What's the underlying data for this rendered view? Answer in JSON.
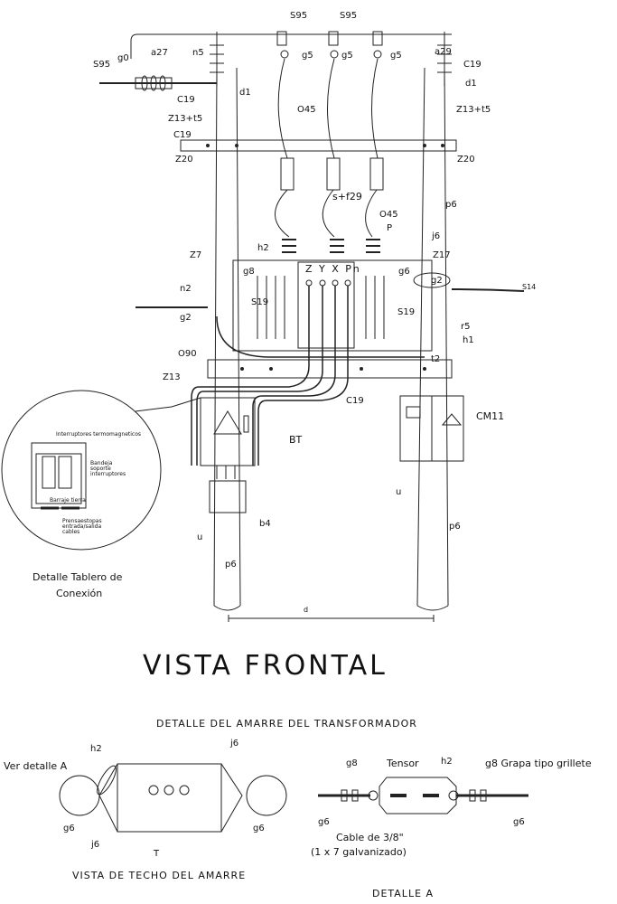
{
  "title": "VISTA FRONTAL",
  "labels": {
    "s95_left": "S95",
    "g0": "g0",
    "a27": "a27",
    "n5": "n5",
    "c19_left_top": "C19",
    "d1_left": "d1",
    "z13t5_left": "Z13+t5",
    "s95_mid1": "S95",
    "s95_mid2": "S95",
    "g5_1": "g5",
    "g5_2": "g5",
    "g5_3": "g5",
    "a29": "a29",
    "c19_right_top": "C19",
    "d1_right": "d1",
    "z13t5_right": "Z13+t5",
    "o45_top": "O45",
    "c19_crossarm": "C19",
    "z20_left": "Z20",
    "z20_right": "Z20",
    "sf29": "s+f29",
    "o45_mid": "O45",
    "p": "P",
    "p6_top": "p6",
    "j6": "j6",
    "h2": "h2",
    "z7": "Z7",
    "g8": "g8",
    "g6": "g6",
    "terminals": "Z Y X Pn",
    "z17": "Z17",
    "g2_right": "g2",
    "s14": "S14",
    "n2": "n2",
    "s19_left": "S19",
    "s19_right": "S19",
    "g2_left": "g2",
    "r5": "r5",
    "h1": "h1",
    "o90": "O90",
    "t2": "t2",
    "z13": "Z13",
    "c19_bottom": "C19",
    "bt": "BT",
    "cm11": "CM11",
    "b4": "b4",
    "u_left": "u",
    "p6_left": "p6",
    "u_right": "u",
    "p6_right": "p6",
    "d": "d"
  },
  "detail_panel": {
    "title_line1": "Detalle Tablero de",
    "title_line2": "Conexión",
    "interruptores": "Interruptores termomagneticos",
    "bandeja": "Bandeja soporte interruptores",
    "barraje": "Barraje tierra",
    "prensaestopas": "Prensaestopas entrada/salida cables"
  },
  "amarre": {
    "title": "DETALLE DEL AMARRE DEL TRANSFORMADOR",
    "top_view_title": "VISTA DE TECHO DEL AMARRE",
    "ver_detalle": "Ver detalle A",
    "h2": "h2",
    "j6_top": "j6",
    "g6_left": "g6",
    "j6_bottom": "j6",
    "g6_right": "g6",
    "t": "T",
    "detail_a_title": "DETALLE A",
    "g8_left": "g8",
    "tensor": "Tensor",
    "h2_a": "h2",
    "g8_right": "g8 Grapa tipo grillete",
    "g6_a_left": "g6",
    "g6_a_right": "g6",
    "cable_line1": "Cable de 3/8\"",
    "cable_line2": "(1 x 7 galvanizado)"
  }
}
